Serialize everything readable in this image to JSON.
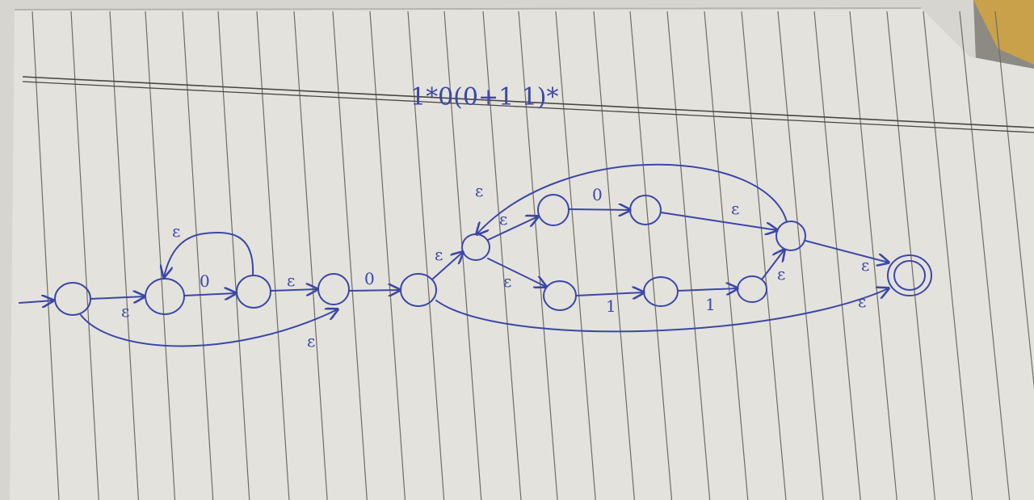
{
  "title": "1*0(0+1 1)*",
  "labels": {
    "epsilon": "ε",
    "zero": "0",
    "one": "1"
  },
  "colors": {
    "ink": "#3a47a8",
    "paper": "#e4e2dd",
    "rule": "#6f6c68",
    "shadow": "#8d8a83",
    "corner": "#c9a14a"
  }
}
